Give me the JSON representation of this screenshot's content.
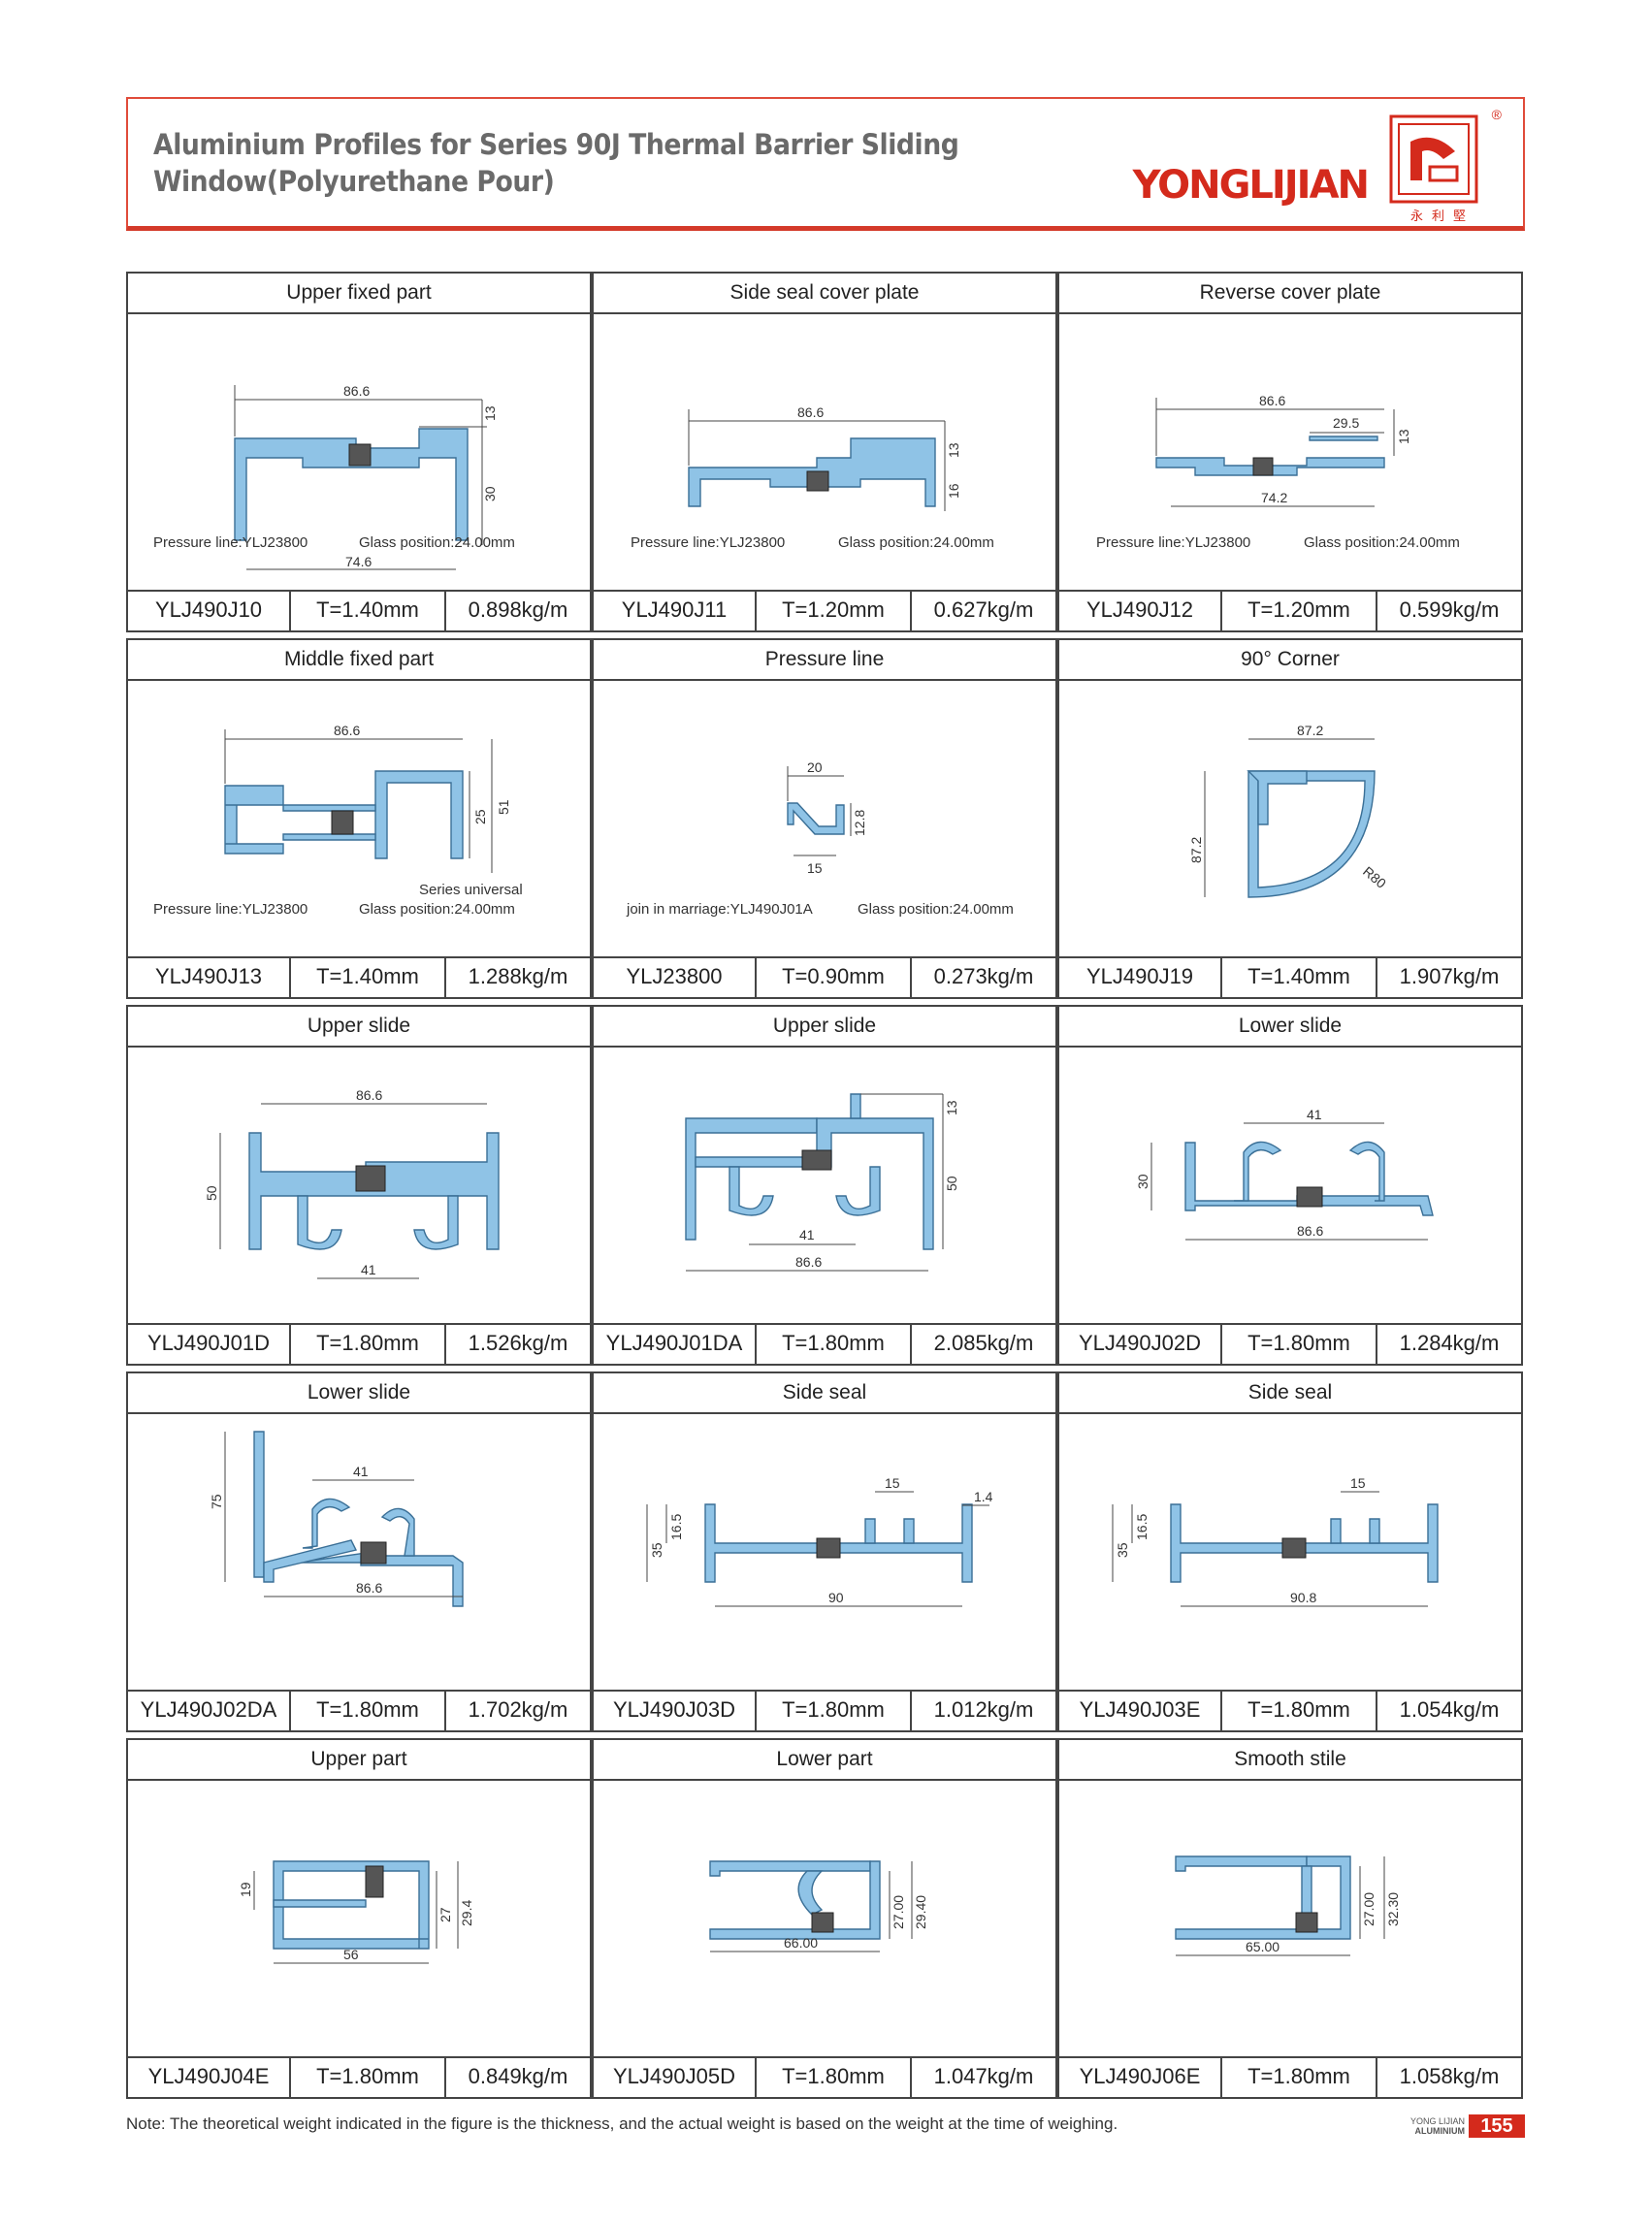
{
  "header": {
    "title_line1": "Aluminium Profiles for Series 90J Thermal Barrier Sliding",
    "title_line2": "Window(Polyurethane Pour)",
    "brand": "YONGLIJIAN",
    "brand_cn": "永利堅",
    "registered": "®",
    "logo_icon": "yonglijian-logo-icon"
  },
  "colors": {
    "accent": "#d42a1c",
    "profile": "#8fc3e6"
  },
  "cells": [
    {
      "title": "Upper fixed part",
      "code": "YLJ490J10",
      "thickness": "T=1.40mm",
      "weight": "0.898kg/m",
      "note_left": "Pressure line:YLJ23800",
      "note_right": "Glass position:24.00mm",
      "dims": [
        "86.6",
        "13",
        "30",
        "74.6"
      ]
    },
    {
      "title": "Side seal cover plate",
      "code": "YLJ490J11",
      "thickness": "T=1.20mm",
      "weight": "0.627kg/m",
      "note_left": "Pressure line:YLJ23800",
      "note_right": "Glass position:24.00mm",
      "dims": [
        "86.6",
        "13",
        "16"
      ]
    },
    {
      "title": "Reverse cover plate",
      "code": "YLJ490J12",
      "thickness": "T=1.20mm",
      "weight": "0.599kg/m",
      "note_left": "Pressure line:YLJ23800",
      "note_right": "Glass position:24.00mm",
      "dims": [
        "86.6",
        "29.5",
        "13",
        "74.2"
      ]
    },
    {
      "title": "Middle fixed part",
      "code": "YLJ490J13",
      "thickness": "T=1.40mm",
      "weight": "1.288kg/m",
      "note_left": "Pressure line:YLJ23800",
      "note_right": "Glass position:24.00mm",
      "note_extra": "Series universal",
      "dims": [
        "86.6",
        "25",
        "51"
      ]
    },
    {
      "title": "Pressure line",
      "code": "YLJ23800",
      "thickness": "T=0.90mm",
      "weight": "0.273kg/m",
      "note_left": "join in marriage:YLJ490J01A",
      "note_right": "Glass position:24.00mm",
      "dims": [
        "20",
        "12.8",
        "15"
      ]
    },
    {
      "title": "90°  Corner",
      "code": "YLJ490J19",
      "thickness": "T=1.40mm",
      "weight": "1.907kg/m",
      "dims": [
        "87.2",
        "87.2",
        "R80"
      ]
    },
    {
      "title": "Upper slide",
      "code": "YLJ490J01D",
      "thickness": "T=1.80mm",
      "weight": "1.526kg/m",
      "dims": [
        "86.6",
        "50",
        "41"
      ]
    },
    {
      "title": "Upper slide",
      "code": "YLJ490J01DA",
      "thickness": "T=1.80mm",
      "weight": "2.085kg/m",
      "dims": [
        "13",
        "50",
        "41",
        "86.6"
      ]
    },
    {
      "title": "Lower slide",
      "code": "YLJ490J02D",
      "thickness": "T=1.80mm",
      "weight": "1.284kg/m",
      "dims": [
        "41",
        "30",
        "86.6"
      ]
    },
    {
      "title": "Lower slide",
      "code": "YLJ490J02DA",
      "thickness": "T=1.80mm",
      "weight": "1.702kg/m",
      "dims": [
        "41",
        "75",
        "86.6"
      ]
    },
    {
      "title": "Side seal",
      "code": "YLJ490J03D",
      "thickness": "T=1.80mm",
      "weight": "1.012kg/m",
      "dims": [
        "15",
        "1.4",
        "16.5",
        "35",
        "90"
      ]
    },
    {
      "title": "Side seal",
      "code": "YLJ490J03E",
      "thickness": "T=1.80mm",
      "weight": "1.054kg/m",
      "dims": [
        "15",
        "16.5",
        "35",
        "90.8"
      ]
    },
    {
      "title": "Upper part",
      "code": "YLJ490J04E",
      "thickness": "T=1.80mm",
      "weight": "0.849kg/m",
      "dims": [
        "19",
        "27",
        "29.4",
        "56"
      ]
    },
    {
      "title": "Lower part",
      "code": "YLJ490J05D",
      "thickness": "T=1.80mm",
      "weight": "1.047kg/m",
      "dims": [
        "27.00",
        "29.40",
        "66.00"
      ]
    },
    {
      "title": "Smooth stile",
      "code": "YLJ490J06E",
      "thickness": "T=1.80mm",
      "weight": "1.058kg/m",
      "dims": [
        "27.00",
        "32.30",
        "65.00"
      ]
    }
  ],
  "footer": {
    "note": "Note: The theoretical weight indicated in the figure is the thickness, and the actual weight is based on the weight at the time of weighing.",
    "label1": "YONG LIJIAN",
    "label2": "ALUMINIUM",
    "page": "155"
  }
}
